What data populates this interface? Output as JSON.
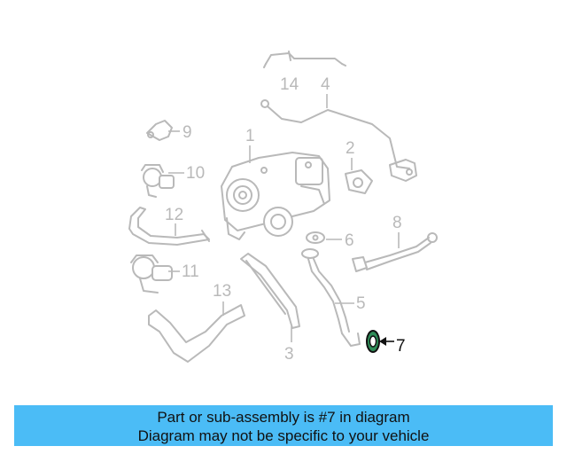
{
  "diagram": {
    "highlight_color": "#2e8b57",
    "highlighted_part": "7",
    "callouts": [
      "1",
      "2",
      "3",
      "4",
      "5",
      "6",
      "7",
      "8",
      "9",
      "10",
      "11",
      "12",
      "13",
      "14"
    ]
  },
  "banner": {
    "line1": "Part or sub-assembly is #7 in diagram",
    "line2": "Diagram may not be specific to your vehicle",
    "background": "#4bbcf6"
  }
}
